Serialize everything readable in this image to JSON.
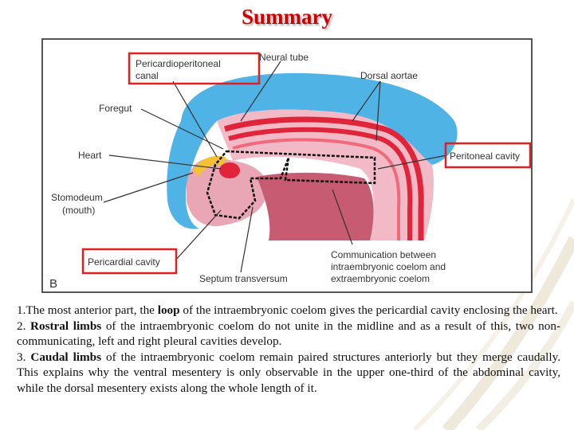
{
  "title": "Summary",
  "figure": {
    "panel_letter": "B",
    "labels": {
      "pericardioperitoneal_canal_1": "Pericardioperitoneal",
      "pericardioperitoneal_canal_2": "canal",
      "neural_tube": "Neural tube",
      "dorsal_aortae": "Dorsal aortae",
      "foregut": "Foregut",
      "heart": "Heart",
      "peritoneal_cavity": "Peritoneal cavity",
      "stomodeum_1": "Stomodeum",
      "stomodeum_2": "(mouth)",
      "pericardial_cavity": "Pericardial cavity",
      "septum_transversum": "Septum transversum",
      "communication_1": "Communication between",
      "communication_2": "intraembryonic coelom and",
      "communication_3": "extraembryonic coelom"
    },
    "colors": {
      "neural_tube": "#4fb3e6",
      "tissue": "#e9a7b6",
      "aorta": "#e0243a",
      "highlight_box": "#e02020",
      "yolk": "#f2c232"
    }
  },
  "points": [
    {
      "number": "1.",
      "before": "The most anterior part, the ",
      "bold": "loop",
      "after": " of the intraembryonic coelom gives the pericardial cavity enclosing the heart."
    },
    {
      "number": "2. ",
      "before": "",
      "bold": "Rostral limbs",
      "after": " of the intraembryonic coelom do not unite in the midline and as a result of this, two non-communicating, left and right pleural cavities develop."
    },
    {
      "number": "3. ",
      "before": "",
      "bold": "Caudal limbs",
      "after": " of the intraembryonic coelom remain paired structures anteriorly but they merge caudally. This explains why the ventral mesentery is only observable in the upper one-third of the abdominal cavity, while the dorsal mesentery exists along the whole length of it."
    }
  ]
}
